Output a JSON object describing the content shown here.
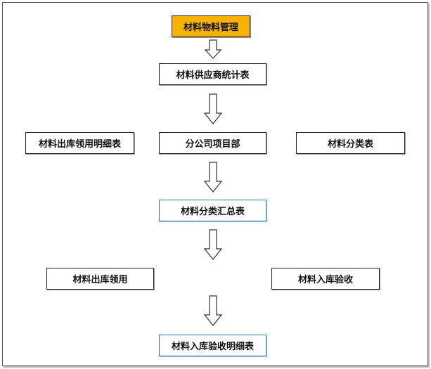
{
  "nodes": {
    "root": "材料物料管理",
    "supplier_stats": "材料供应商统计表",
    "outbound_detail": "材料出库领用明细表",
    "branch_project": "分公司项目部",
    "category_table": "材料分类表",
    "category_summary": "材料分类汇总表",
    "outbound": "材料出库领用",
    "inbound_check": "材料入库验收",
    "inbound_detail": "材料入库验收明细表"
  },
  "colors": {
    "root_fill": "#f8b300",
    "blue_border": "#2f7fbf",
    "border": "#222222"
  }
}
